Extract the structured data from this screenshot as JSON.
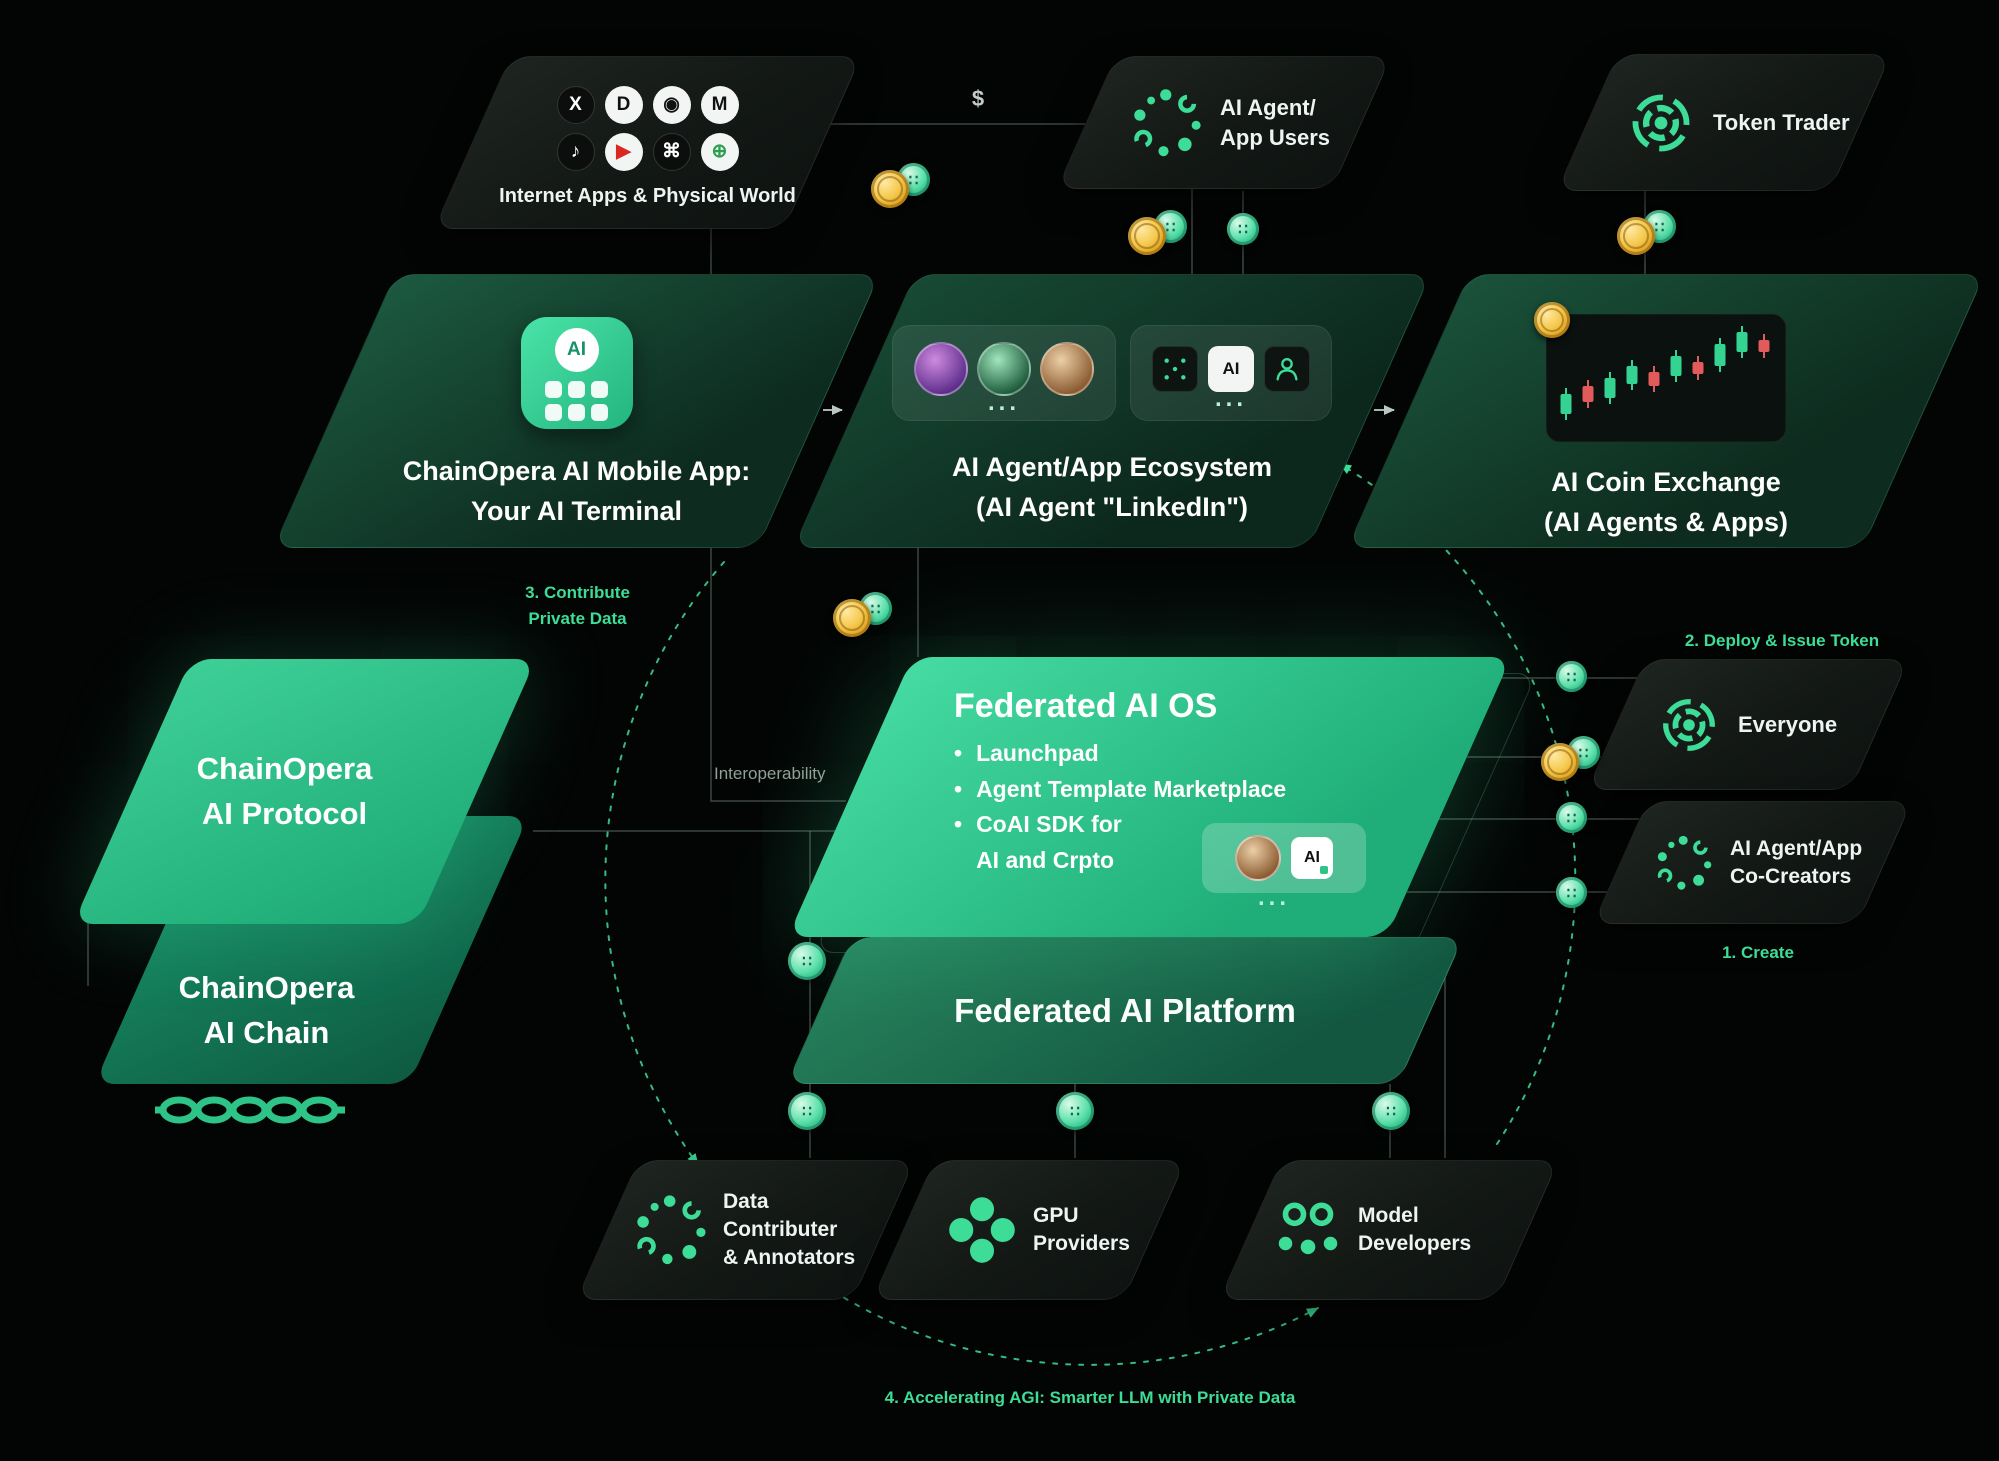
{
  "misc": {
    "ellipsis": "...",
    "token_glyph": "∷"
  },
  "nodes": {
    "internet_apps": {
      "label": "Internet Apps & Physical World",
      "icons": [
        {
          "name": "x-twitter",
          "glyph": "X"
        },
        {
          "name": "discord",
          "glyph": "D"
        },
        {
          "name": "chrome",
          "glyph": "◉"
        },
        {
          "name": "gmail",
          "glyph": "M"
        },
        {
          "name": "tiktok",
          "glyph": "♪"
        },
        {
          "name": "youtube",
          "glyph": "▶"
        },
        {
          "name": "apple",
          "glyph": "⌘"
        },
        {
          "name": "android",
          "glyph": "⊕"
        }
      ]
    },
    "app_users": {
      "line1": "AI Agent/",
      "line2": "App Users"
    },
    "token_trader": {
      "label": "Token Trader"
    },
    "mobile_app": {
      "icon_text": "AI",
      "line1": "ChainOpera AI Mobile App:",
      "line2": "Your AI Terminal"
    },
    "ecosystem": {
      "line1": "AI Agent/App Ecosystem",
      "line2": "(AI Agent \"LinkedIn\")",
      "ai_badge": "AI"
    },
    "coin_exchange": {
      "line1": "AI Coin Exchange",
      "line2": "(AI Agents & Apps)"
    },
    "protocol": {
      "line1": "ChainOpera",
      "line2": "AI Protocol"
    },
    "chain": {
      "line1": "ChainOpera",
      "line2": "AI Chain"
    },
    "federated_os": {
      "title": "Federated AI OS",
      "bullet1": "Launchpad",
      "bullet2": "Agent Template Marketplace",
      "bullet3_line1": "CoAI SDK for",
      "bullet3_line2": "AI and Crpto",
      "chip_ai": "AI"
    },
    "federated_platform": {
      "label": "Federated AI Platform"
    },
    "everyone": {
      "label": "Everyone"
    },
    "co_creators": {
      "line1": "AI Agent/App",
      "line2": "Co-Creators"
    },
    "data_contributors": {
      "line1": "Data",
      "line2": "Contributer",
      "line3": "& Annotators"
    },
    "gpu_providers": {
      "line1": "GPU",
      "line2": "Providers"
    },
    "model_developers": {
      "line1": "Model",
      "line2": "Developers"
    }
  },
  "flow": {
    "dollar": "$",
    "interoperability": "Interoperability",
    "contribute_1": "3. Contribute",
    "contribute_2": "Private Data",
    "deploy": "2. Deploy & Issue Token",
    "create": "1. Create",
    "accelerate": "4. Accelerating AGI: Smarter LLM with Private Data"
  },
  "colors": {
    "accent": "#3ddc97",
    "gold": "#f2c63f"
  }
}
